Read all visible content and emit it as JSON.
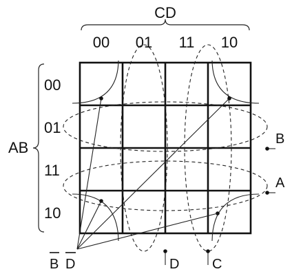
{
  "diagram": {
    "top_variable": "CD",
    "side_variable": "AB",
    "column_headers": [
      "00",
      "01",
      "11",
      "10"
    ],
    "row_headers": [
      "00",
      "01",
      "11",
      "10"
    ],
    "group_labels": {
      "b": "B",
      "a": "A",
      "d": "D",
      "c": "C"
    },
    "corner_label": {
      "b_bar": "B",
      "d_bar": "D"
    }
  }
}
